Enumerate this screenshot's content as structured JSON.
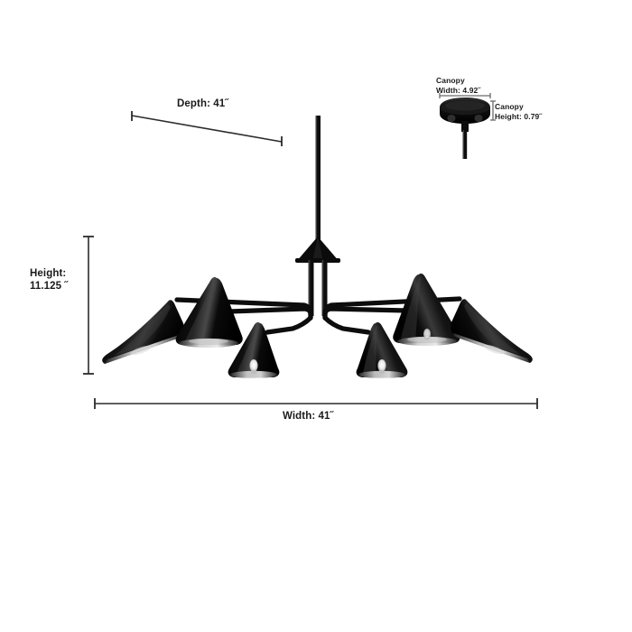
{
  "diagram": {
    "type": "product-dimension-diagram",
    "subject": "6-light cone-shade chandelier",
    "background_color": "#ffffff",
    "product_color": "#111111",
    "line_color": "#2b2b2b",
    "text_color": "#1a1a1a"
  },
  "dimensions": {
    "depth": {
      "label": "Depth: 41˝",
      "value": 41,
      "unit": "in"
    },
    "width": {
      "label": "Width: 41˝",
      "value": 41,
      "unit": "in"
    },
    "height": {
      "label": "Height:\n11.125 ˝",
      "value": 11.125,
      "unit": "in"
    },
    "canopy_width": {
      "label": "Canopy\nWidth: 4.92˝",
      "value": 4.92,
      "unit": "in"
    },
    "canopy_height": {
      "label": "Canopy\nHeight: 0.79˝",
      "value": 0.79,
      "unit": "in"
    }
  },
  "fixture": {
    "shade_count": 6,
    "shade_shape": "cone",
    "stem": "center-drop-rod",
    "canopy": "round-disc"
  }
}
